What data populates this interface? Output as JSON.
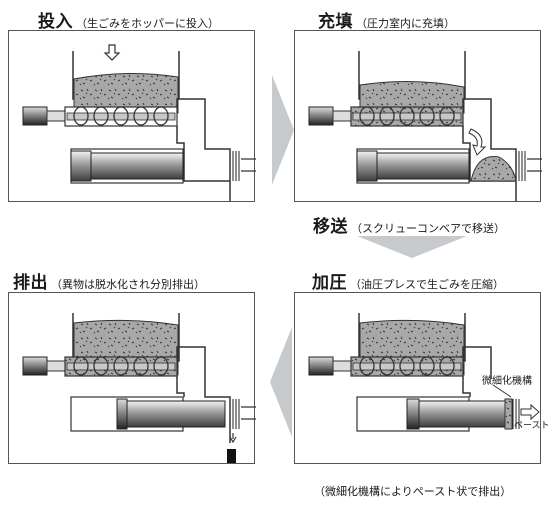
{
  "steps": {
    "input": {
      "title": "投入",
      "note": "（生ごみをホッパーに投入）"
    },
    "fill": {
      "title": "充填",
      "note": "（圧力室内に充填）"
    },
    "transfer": {
      "title": "移送",
      "note": "（スクリューコンベアで移送）"
    },
    "press": {
      "title": "加圧",
      "note": "（油圧プレスで生ごみを圧縮）"
    },
    "discharge": {
      "title": "排出",
      "note": "（異物は脱水化され分別排出）"
    }
  },
  "labels": {
    "micro_mechanism": "微細化機構",
    "paste": "ペースト"
  },
  "bottom_caption": "（微細化機構によりペースト状で排出）",
  "colors": {
    "waste_fill": "#a8a8a8",
    "flow_arrow": "#c6cacd",
    "outline": "#333333"
  }
}
